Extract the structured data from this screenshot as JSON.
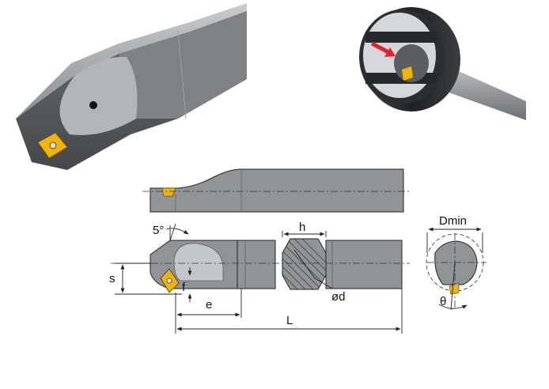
{
  "labels": {
    "angle": "5°",
    "h": "h",
    "s": "s",
    "f": "f",
    "e": "e",
    "L": "L",
    "d": "ød",
    "dmin": "Dmin",
    "theta": "θ"
  },
  "colors": {
    "shank_gray": "#8f9396",
    "shank_dark": "#5c6064",
    "insert_gold": "#f2b400",
    "ring_dark": "#2e3236",
    "arrow_red": "#e8202a"
  },
  "icons": {
    "insert": "diamond-insert-icon",
    "arrow": "feed-arrow-icon"
  }
}
